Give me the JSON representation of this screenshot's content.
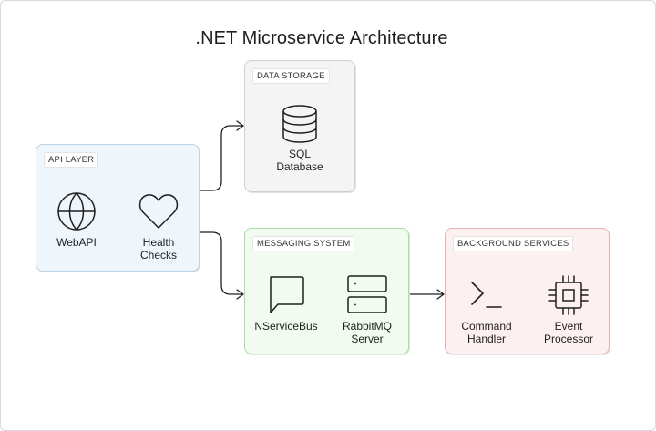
{
  "diagram": {
    "title": ".NET Microservice Architecture",
    "groups": {
      "api_layer": {
        "label": "API LAYER",
        "nodes": {
          "webapi": {
            "label": "WebAPI",
            "icon": "globe-icon"
          },
          "health": {
            "label": "Health\nChecks",
            "icon": "heart-icon"
          }
        }
      },
      "data_storage": {
        "label": "DATA STORAGE",
        "nodes": {
          "sql": {
            "label": "SQL\nDatabase",
            "icon": "database-icon"
          }
        }
      },
      "messaging": {
        "label": "MESSAGING SYSTEM",
        "nodes": {
          "nservicebus": {
            "label": "NServiceBus",
            "icon": "message-icon"
          },
          "rabbitmq": {
            "label": "RabbitMQ\nServer",
            "icon": "server-icon"
          }
        }
      },
      "background": {
        "label": "BACKGROUND SERVICES",
        "nodes": {
          "command": {
            "label": "Command\nHandler",
            "icon": "terminal-icon"
          },
          "event": {
            "label": "Event\nProcessor",
            "icon": "cpu-icon"
          }
        }
      }
    },
    "edges": [
      {
        "from": "API LAYER",
        "to": "DATA STORAGE"
      },
      {
        "from": "API LAYER",
        "to": "MESSAGING SYSTEM"
      },
      {
        "from": "MESSAGING SYSTEM",
        "to": "BACKGROUND SERVICES"
      }
    ],
    "colors": {
      "api_fill": "#eef5fb",
      "api_border": "#b9d4e6",
      "storage_fill": "#f4f4f4",
      "storage_border": "#cfcfcf",
      "messaging_fill": "#f1fbef",
      "messaging_border": "#a6e0a0",
      "background_fill": "#fcf0f0",
      "background_border": "#eab0b0",
      "stroke": "#1f1f1f"
    }
  }
}
